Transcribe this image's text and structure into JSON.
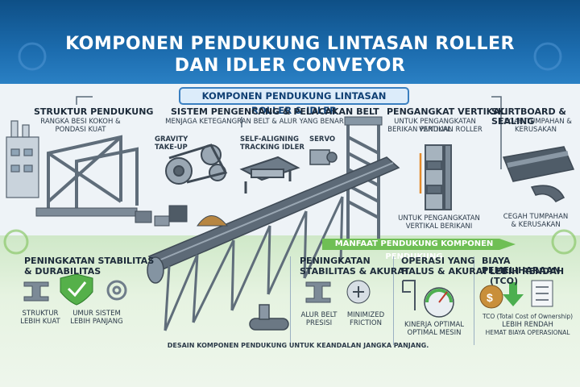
{
  "title": {
    "line1": "KOMPONEN PENDUKUNG LINTASAN ROLLER",
    "line2": "DAN IDLER CONVEYOR"
  },
  "top_banner": "KOMPONEN PENDUKUNG LINTASAN ROLLER & IDLER",
  "top_sections": [
    {
      "title": "STRUKTUR PENDUKUNG",
      "sub1": "RANGKA BESI KOKOH &",
      "sub2": "PONDASI KUAT"
    },
    {
      "title": "SISTEM PENGENCANG & PELACAKAN BELT",
      "sub1": "MENJAGA KETEGANGRAN BELT & ALUR YANG BENAR",
      "sub2": ""
    },
    {
      "title": "PENGANGKAT VERTIKAL",
      "sub1": "UNTUK PENGANGKATAN VERTIKAL",
      "sub2": "BERIKAN PANDUAN ROLLER"
    },
    {
      "title": "SKIRTBOARD & SEALING",
      "sub1": "CEGAH TUMPAHAN &",
      "sub2": "KERUSAKAN"
    }
  ],
  "tension_labels": {
    "gravity1": "GRAVITY",
    "gravity2": "TAKE-UP",
    "self1": "SELF-ALIGNING",
    "self2": "TRACKING IDLER",
    "servo": "SERVO"
  },
  "vertical_caption": {
    "line1": "UNTUK PENGANGKATAN",
    "line2": "VERTIKAL BERIKANI"
  },
  "skirt_caption": {
    "line1": "CEGAH TUMPAHAN",
    "line2": "& KERUSAKAN"
  },
  "benefit_banner": "MANFAAT PENDUKUNG KOMPONEN PENDUKUNG",
  "bottom_sections": [
    {
      "title1": "PENINGKATAN STABILITAS",
      "title2": "& DURABILITAS",
      "items": [
        {
          "l1": "STRUKTUR",
          "l2": "LEBIH KUAT"
        },
        {
          "l1": "UMUR SISTEM",
          "l2": "LEBIH PANJANG"
        }
      ]
    },
    {
      "title1": "PENINGKATAN",
      "title2": "STABILITAS & AKURAT",
      "items": [
        {
          "l1": "ALUR BELT",
          "l2": "PRESISI"
        },
        {
          "l1": "MINIMIZED",
          "l2": "FRICTION"
        }
      ]
    },
    {
      "title1": "OPERASI YANG",
      "title2": "HALUS & AKURAT",
      "items": [
        {
          "l1": "KINERJA OPTIMAL",
          "l2": "OPTIMAL MESIN"
        }
      ]
    },
    {
      "title1": "BIAYA PEMELIHARAAN",
      "title2": "LEBIH RENDAH (TCO)",
      "items": [
        {
          "l1": "TCO (Total Cost of Ownership)",
          "l2": "LEBIH RENDAH",
          "l3": "HEMAT BIAYA OPERASIONAL"
        }
      ]
    }
  ],
  "footer": "DESAIN KOMPONEN PENDUKUNG UNTUK KEANDALAN JANGKA PANJANG.",
  "colors": {
    "header": "#1c6cae",
    "banner_border": "#3a7fc0",
    "green": "#8cc76b",
    "steel": "#6f7f8e"
  }
}
